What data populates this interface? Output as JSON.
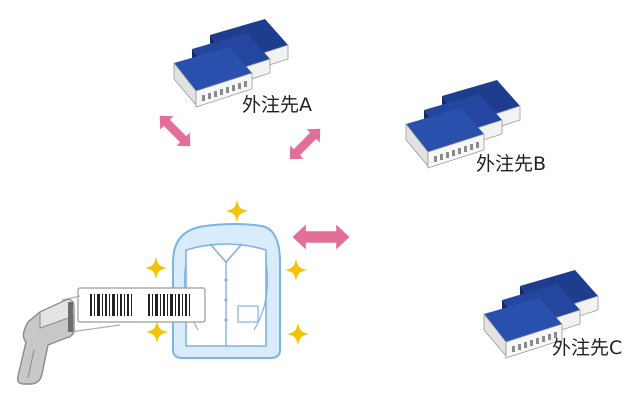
{
  "suppliers": [
    {
      "id": "A",
      "label": "外注先A"
    },
    {
      "id": "B",
      "label": "外注先B"
    },
    {
      "id": "C",
      "label": "外注先C"
    }
  ],
  "icons": {
    "factory": "factory-icon",
    "shirt": "shirt-icon",
    "barcode": "barcode-icon",
    "scanner": "barcode-scanner-icon",
    "sparkle": "sparkle-icon",
    "arrow": "double-arrow-icon"
  },
  "colors": {
    "roof": "#1f3d8f",
    "roof_dark": "#132a6b",
    "wall": "#f2f2f2",
    "wall_shade": "#cfcfcf",
    "arrow": "#e36f99",
    "sparkle": "#f5c400",
    "shirt_bg": "#d9ecfb",
    "shirt_line": "#7fb2e5",
    "scanner": "#9a9a9a"
  }
}
